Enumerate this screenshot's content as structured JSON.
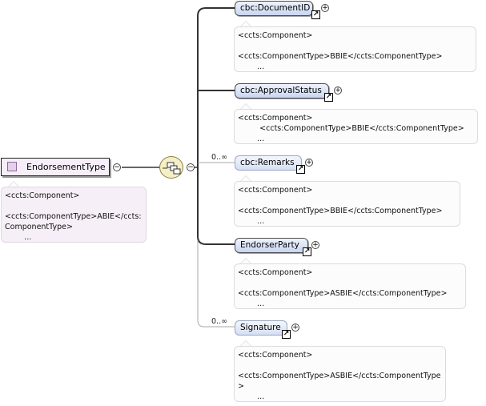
{
  "root": {
    "name": "EndorsementType",
    "annotation": "<ccts:Component>\n\n<ccts:ComponentType>ABIE</ccts:\nComponentType>\n        ..."
  },
  "children": [
    {
      "name": "cbc:DocumentID",
      "cardinality": "",
      "annotation": "<ccts:Component>\n\n<ccts:ComponentType>BBIE</ccts:ComponentType>\n        ..."
    },
    {
      "name": "cbc:ApprovalStatus",
      "cardinality": "",
      "annotation": "<ccts:Component>\n         <ccts:ComponentType>BBIE</ccts:ComponentType>\n        ..."
    },
    {
      "name": "cbc:Remarks",
      "cardinality": "0..∞",
      "annotation": "<ccts:Component>\n\n<ccts:ComponentType>BBIE</ccts:ComponentType>\n        ..."
    },
    {
      "name": "EndorserParty",
      "cardinality": "",
      "annotation": "<ccts:Component>\n\n<ccts:ComponentType>ASBIE</ccts:ComponentType>\n        ..."
    },
    {
      "name": "Signature",
      "cardinality": "0..∞",
      "annotation": "<ccts:Component>\n\n<ccts:ComponentType>ASBIE</ccts:ComponentType\n>\n        ..."
    }
  ],
  "symbols": {
    "collapse": "−",
    "expand": "+",
    "reference_arrow": "↗"
  }
}
